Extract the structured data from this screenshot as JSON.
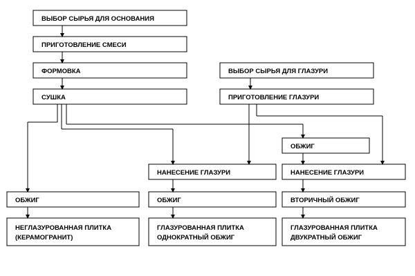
{
  "boxes": {
    "select_base": "ВЫБОР СЫРЬЯ ДЛЯ ОСНОВАНИЯ",
    "mix": "ПРИГОТОВЛЕНИЕ СМЕСИ",
    "forming": "ФОРМОВКА",
    "drying": "СУШКА",
    "select_glaze": "ВЫБОР СЫРЬЯ ДЛЯ ГЛАЗУРИ",
    "glaze_prep": "ПРИГОТОВЛЕНИЕ ГЛАЗУРИ",
    "firing_mid": "ОБЖИГ",
    "glaze_apply_center": "НАНЕСЕНИЕ ГЛАЗУРИ",
    "glaze_apply_right": "НАНЕСЕНИЕ ГЛАЗУРИ",
    "firing_left": "ОБЖИГ",
    "firing_center": "ОБЖИГ",
    "second_firing": "ВТОРИЧНЫЙ ОБЖИГ",
    "out_left_1": "НЕГЛАЗУРОВАННАЯ ПЛИТКА",
    "out_left_2": "(КЕРАМОГРАНИТ)",
    "out_center_1": "ГЛАЗУРОВАННАЯ ПЛИТКА",
    "out_center_2": "ОДНОКРАТНЫЙ ОБЖИГ",
    "out_right_1": "ГЛАЗУРОВАННАЯ ПЛИТКА",
    "out_right_2": "ДВУКРАТНЫЙ ОБЖИГ"
  }
}
